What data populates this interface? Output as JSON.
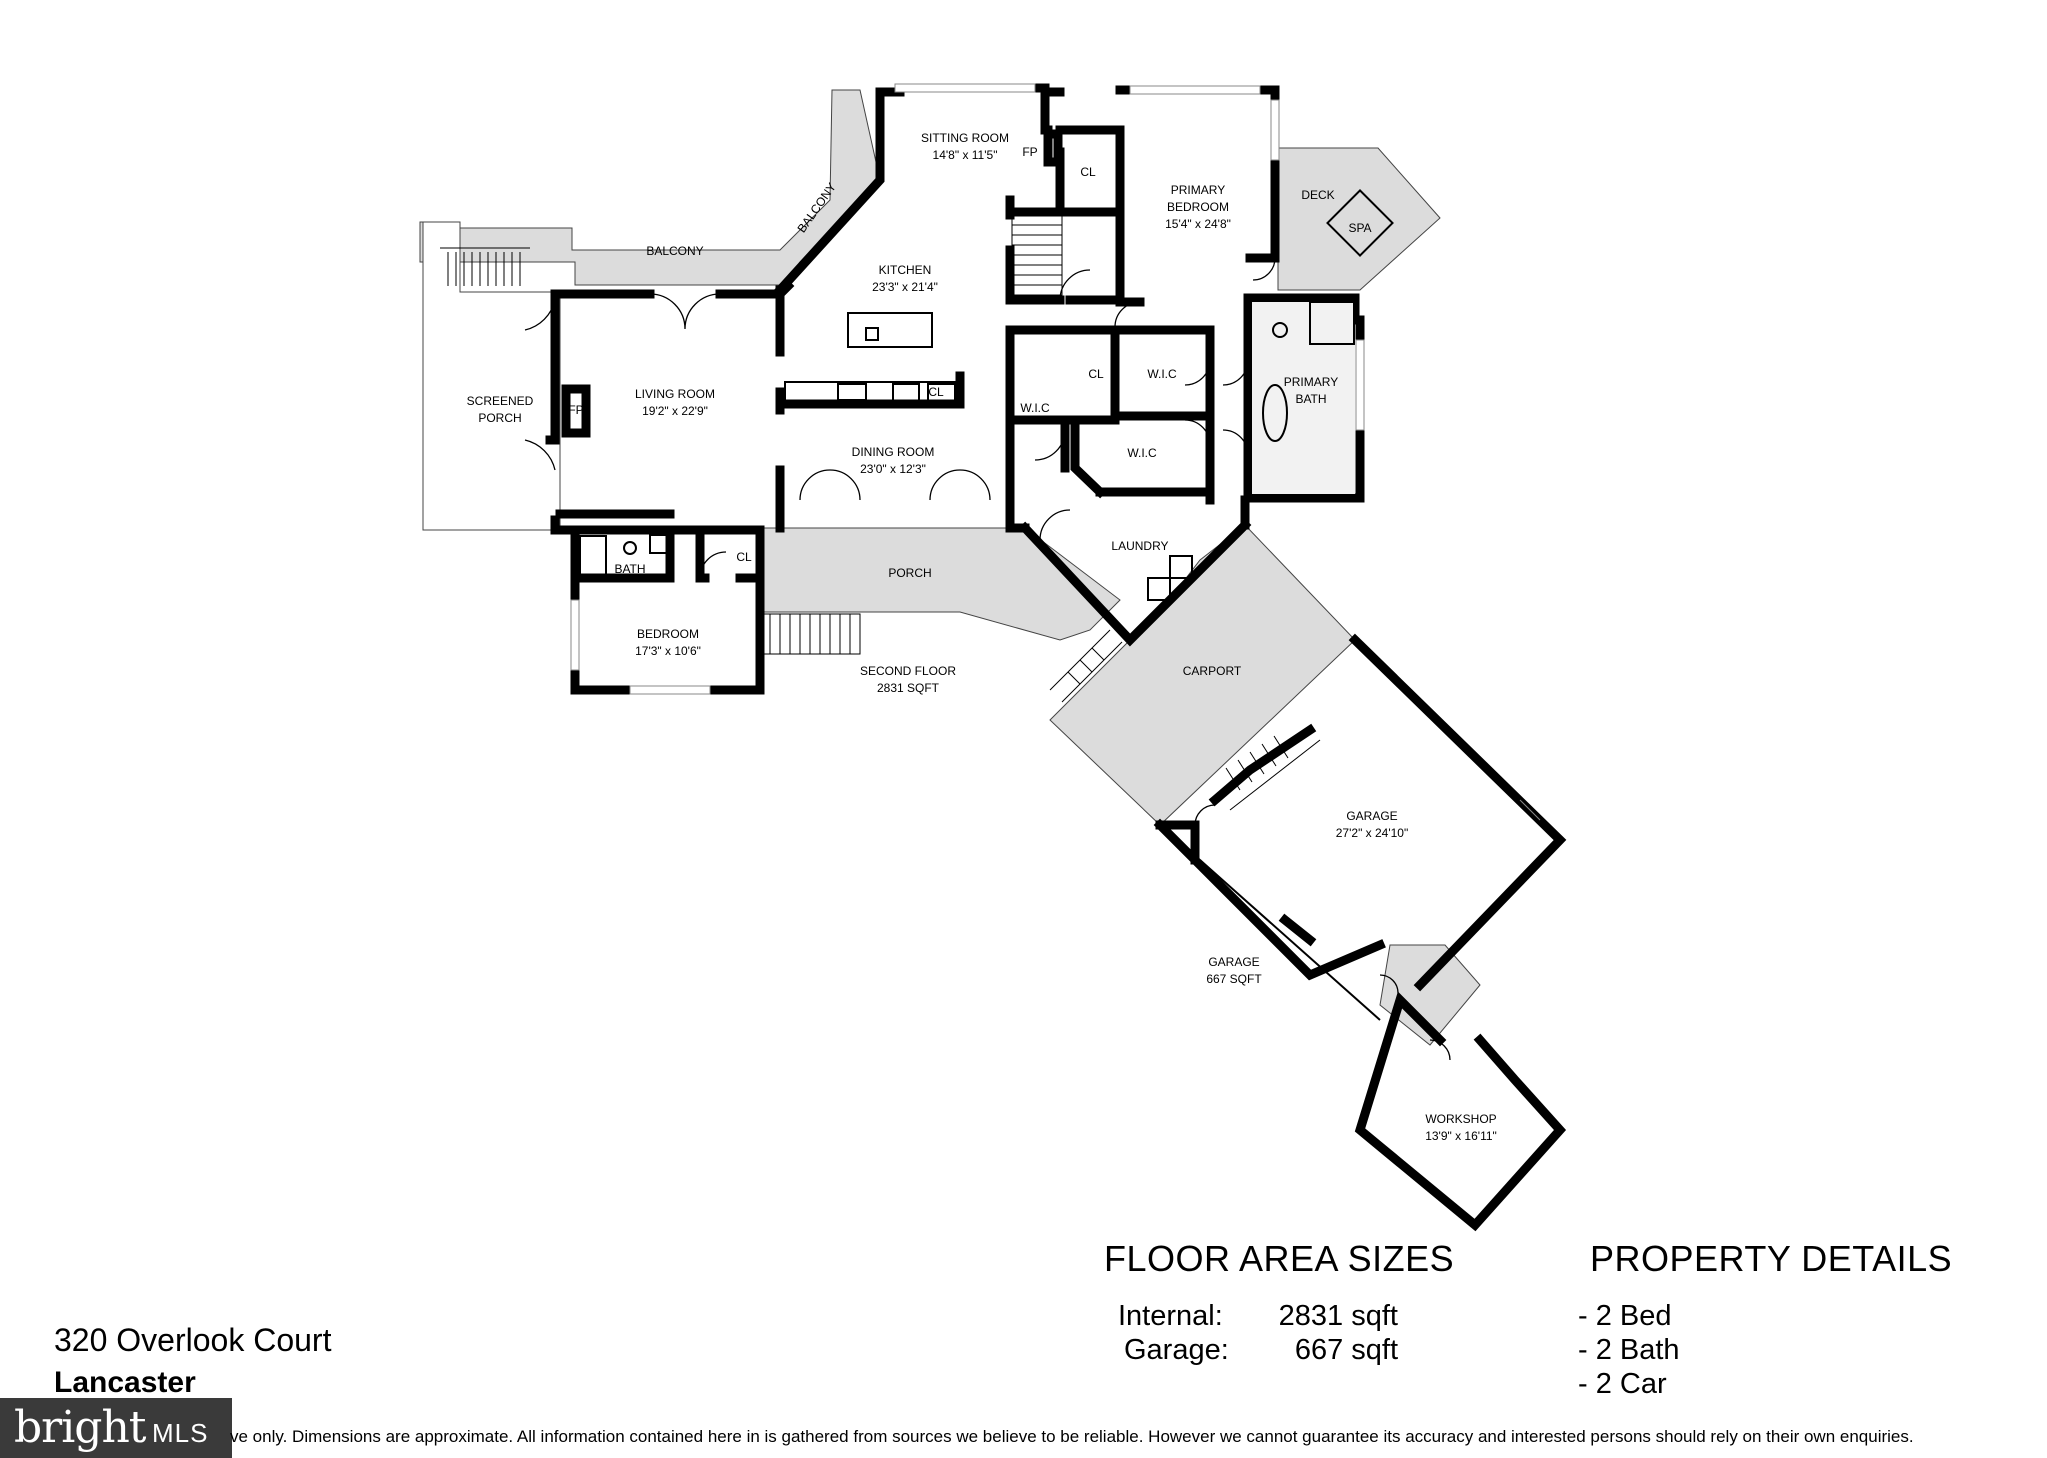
{
  "rooms": {
    "screened_porch": {
      "name": "SCREENED\nPORCH"
    },
    "living_room": {
      "name": "LIVING ROOM",
      "dims": "19'2\" x 22'9\""
    },
    "balcony_1": {
      "name": "BALCONY"
    },
    "balcony_2": {
      "name": "BALCONY"
    },
    "sitting_room": {
      "name": "SITTING ROOM",
      "dims": "14'8\" x 11'5\""
    },
    "kitchen": {
      "name": "KITCHEN",
      "dims": "23'3\" x 21'4\""
    },
    "dining_room": {
      "name": "DINING ROOM",
      "dims": "23'0\" x 12'3\""
    },
    "primary_bedroom": {
      "name": "PRIMARY\nBEDROOM",
      "dims": "15'4\" x 24'8\""
    },
    "deck": {
      "name": "DECK"
    },
    "spa": {
      "name": "SPA"
    },
    "primary_bath": {
      "name": "PRIMARY\nBATH"
    },
    "wic_1": {
      "name": "W.I.C"
    },
    "wic_2": {
      "name": "W.I.C"
    },
    "wic_3": {
      "name": "W.I.C"
    },
    "cl_1": {
      "name": "CL"
    },
    "cl_2": {
      "name": "CL"
    },
    "cl_3": {
      "name": "CL"
    },
    "cl_4": {
      "name": "CL"
    },
    "fp_1": {
      "name": "FP"
    },
    "fp_2": {
      "name": "FP"
    },
    "laundry": {
      "name": "LAUNDRY"
    },
    "porch": {
      "name": "PORCH"
    },
    "bath": {
      "name": "BATH"
    },
    "bedroom": {
      "name": "BEDROOM",
      "dims": "17'3\" x 10'6\""
    },
    "carport": {
      "name": "CARPORT"
    },
    "garage_room": {
      "name": "GARAGE",
      "dims": "27'2\" x 24'10\""
    },
    "workshop": {
      "name": "WORKSHOP",
      "dims": "13'9\" x 16'11\""
    }
  },
  "floor_labels": {
    "second_floor": {
      "name": "SECOND FLOOR",
      "area": "2831 SQFT"
    },
    "garage_floor": {
      "name": "GARAGE",
      "area": "667 SQFT"
    }
  },
  "floor_area": {
    "title": "FLOOR AREA SIZES",
    "rows": [
      {
        "label": "Internal:",
        "value": "2831 sqft"
      },
      {
        "label": "Garage:",
        "value": "667 sqft"
      }
    ]
  },
  "property_details": {
    "title": "PROPERTY DETAILS",
    "items": [
      "- 2 Bed",
      "- 2 Bath",
      "- 2 Car"
    ]
  },
  "address": {
    "street": "320 Overlook Court",
    "city": "Lancaster"
  },
  "disclaimer": "ve only. Dimensions are approximate. All information contained here in is gathered from sources we believe to be reliable. However we cannot guarantee its accuracy and interested persons should rely on their own enquiries.",
  "logo": {
    "word": "bright",
    "suffix": "MLS"
  },
  "colors": {
    "exterior_fill": "#dcdcdc",
    "wall": "#000000",
    "logo_bg": "#3a3a3a"
  }
}
